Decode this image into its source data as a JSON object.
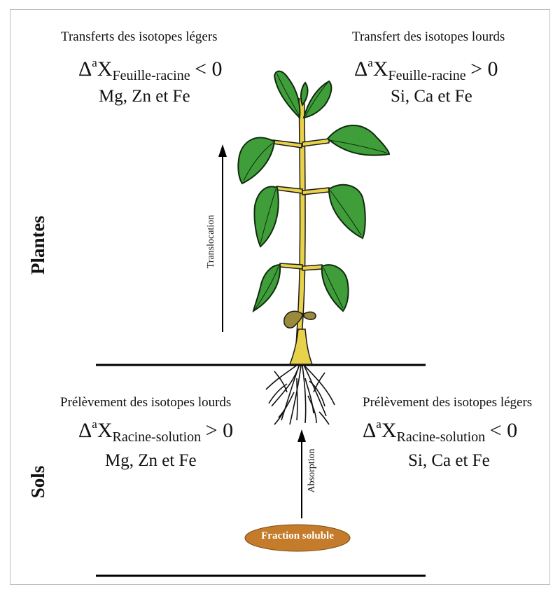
{
  "top_left": {
    "caption": "Transferts des isotopes légers",
    "formula_prefix": "Δ",
    "formula_sup": "a",
    "formula_var": "X",
    "formula_sub": "Feuille-racine",
    "formula_rel": "< 0",
    "elements": "Mg, Zn et Fe"
  },
  "top_right": {
    "caption": "Transfert des isotopes lourds",
    "formula_prefix": "Δ",
    "formula_sup": "a",
    "formula_var": "X",
    "formula_sub": "Feuille-racine",
    "formula_rel": "> 0",
    "elements": "Si, Ca et Fe"
  },
  "bottom_left": {
    "caption": "Prélèvement des isotopes lourds",
    "formula_prefix": "Δ",
    "formula_sup": "a",
    "formula_var": "X",
    "formula_sub": "Racine-solution",
    "formula_rel": "> 0",
    "elements": "Mg, Zn et Fe"
  },
  "bottom_right": {
    "caption": "Prélèvement des isotopes légers",
    "formula_prefix": "Δ",
    "formula_sup": "a",
    "formula_var": "X",
    "formula_sub": "Racine-solution",
    "formula_rel": "< 0",
    "elements": "Si, Ca et Fe"
  },
  "zones": {
    "plants": "Plantes",
    "soils": "Sols"
  },
  "arrows": {
    "translocation": "Translocation",
    "absorption": "Absorption"
  },
  "fraction": "Fraction soluble",
  "colors": {
    "leaf": "#3f9e3a",
    "stem": "#e8d24a",
    "seed": "#9a8a3a",
    "fraction": "#c47b2a",
    "lines": "#000000"
  }
}
